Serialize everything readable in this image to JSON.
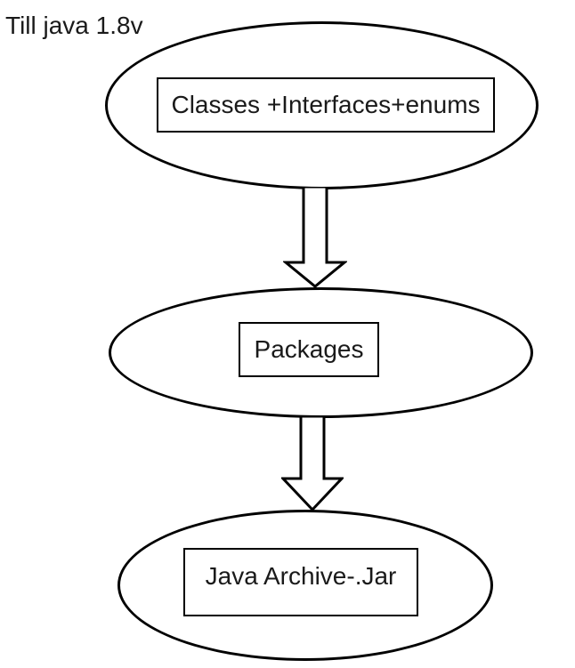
{
  "caption": "Till java 1.8v",
  "diagram": {
    "type": "flow",
    "direction": "top-to-bottom",
    "nodes": [
      {
        "id": "classes-interfaces-enums",
        "label": "Classes +Interfaces+enums",
        "shape": "rectangle-inside-ellipse"
      },
      {
        "id": "packages",
        "label": "Packages",
        "shape": "rectangle-inside-ellipse"
      },
      {
        "id": "java-archive-jar",
        "label": "Java Archive-.Jar",
        "shape": "rectangle-inside-ellipse"
      }
    ],
    "connectors": [
      {
        "from": "classes-interfaces-enums",
        "to": "packages",
        "style": "block-arrow-down"
      },
      {
        "from": "packages",
        "to": "java-archive-jar",
        "style": "block-arrow-down"
      }
    ]
  },
  "colors": {
    "stroke": "#000000",
    "text": "#1a1a1a",
    "background": "#ffffff"
  }
}
